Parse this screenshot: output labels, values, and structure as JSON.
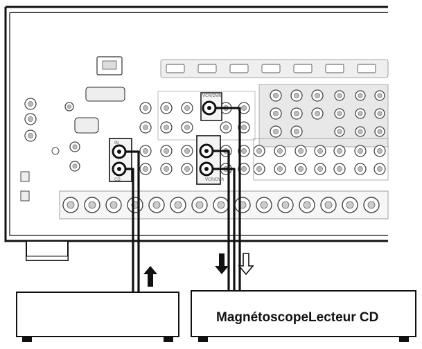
{
  "devices": {
    "left_label": "",
    "right_label": "MagnétoscopeLecteur CD"
  },
  "jacks": {
    "cd_in": "IN",
    "cd_label": "CD",
    "vcr_out": "VCR/DVR",
    "vcr_in": "VCR/DVR"
  },
  "colors": {
    "line": "#111111",
    "panel": "#ffffff",
    "jack_fill": "#e2e2e2",
    "highlight_jack": "#2a2a2a",
    "cable": "#111111"
  },
  "icons": {
    "up_arrow": "filled-arrow-up-icon",
    "down_arrow_filled": "filled-arrow-down-icon",
    "down_arrow_outline": "outline-arrow-down-icon"
  }
}
